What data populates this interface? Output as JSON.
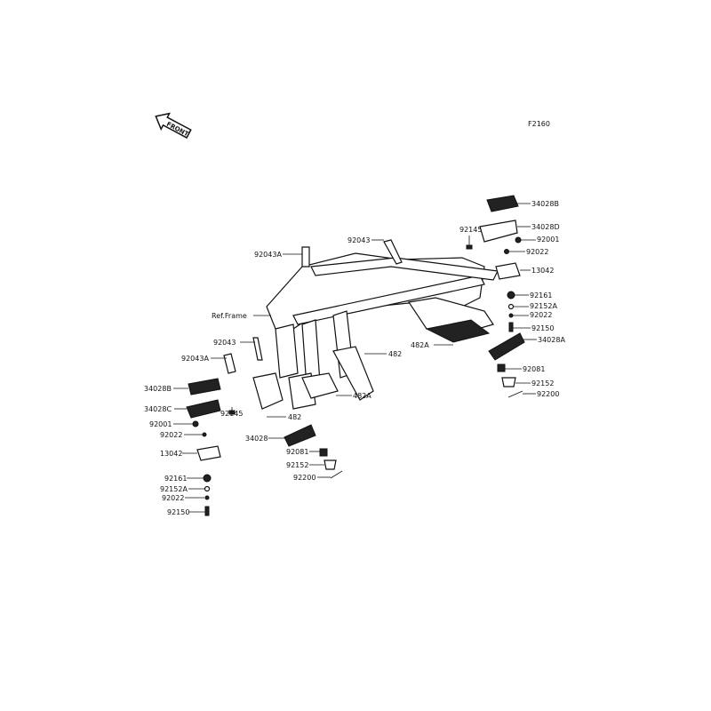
{
  "diagram_code": "F2160",
  "front_indicator": "FRONT",
  "labels": {
    "r_34028B": "34028B",
    "r_34028D": "34028D",
    "r_92001": "92001",
    "r_92022a": "92022",
    "r_13042": "13042",
    "r_92161": "92161",
    "r_92152A": "92152A",
    "r_92022b": "92022",
    "r_92150": "92150",
    "r_34028A": "34028A",
    "r_92081": "92081",
    "r_92152": "92152",
    "r_92200": "92200",
    "r_92145": "92145",
    "t_92043": "92043",
    "t_92043A": "92043A",
    "ref_frame": "Ref.Frame",
    "m_92043": "92043",
    "m_92043A": "92043A",
    "m_482": "482",
    "m_482A_r": "482A",
    "m_482A": "482A",
    "m_482b": "482",
    "l_34028B": "34028B",
    "l_34028C": "34028C",
    "l_92145": "92145",
    "l_92001": "92001",
    "l_92022a": "92022",
    "l_13042": "13042",
    "l_92161": "92161",
    "l_92152A": "92152A",
    "l_92022b": "92022",
    "l_92150": "92150",
    "c_34028": "34028",
    "c_92081": "92081",
    "c_92152": "92152",
    "c_92200": "92200"
  }
}
